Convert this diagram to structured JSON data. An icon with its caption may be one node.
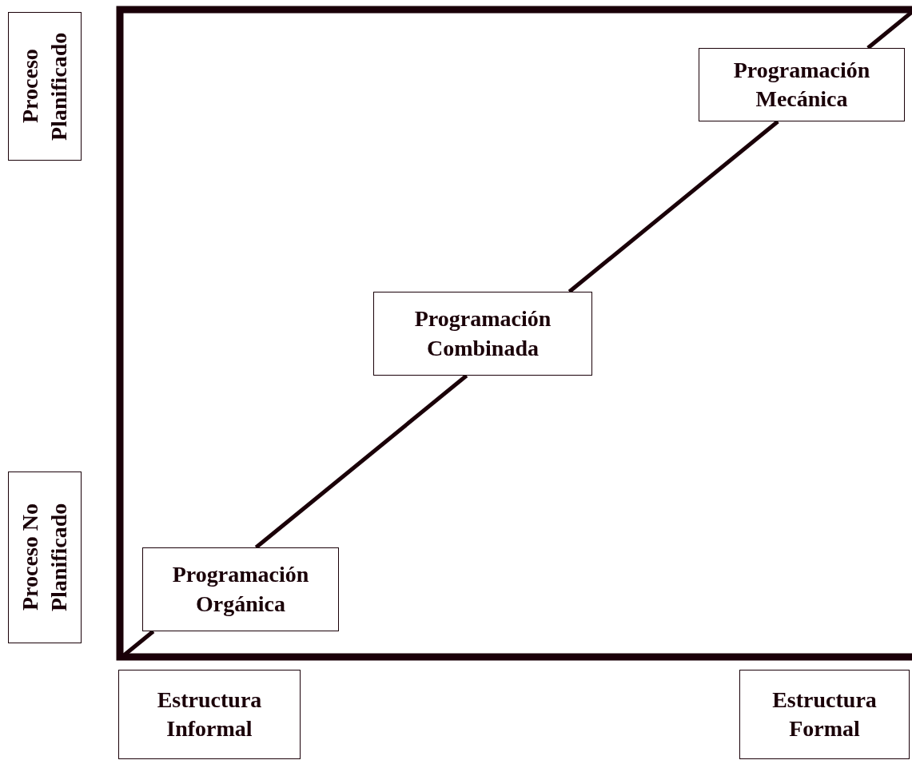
{
  "diagram": {
    "nodes": [
      {
        "text": [
          "Proceso Planificado"
        ]
      },
      {
        "text": [
          "Programación Mecánica"
        ]
      },
      {
        "text": [
          "Programación Combinada"
        ]
      },
      {
        "text": [
          "Proceso No Planificado"
        ]
      },
      {
        "text": [
          "Programación Orgánica"
        ]
      },
      {
        "text": [
          "Estructura Informal"
        ]
      },
      {
        "text": [
          "Estructura Formal"
        ]
      }
    ],
    "edges": [
      {
        "from": null,
        "to": 4,
        "arrow": "none"
      },
      {
        "from": 4,
        "to": 2,
        "arrow": "none"
      },
      {
        "from": 2,
        "to": 1,
        "arrow": "none"
      },
      {
        "from": 1,
        "to": null,
        "arrow": "none"
      }
    ]
  }
}
